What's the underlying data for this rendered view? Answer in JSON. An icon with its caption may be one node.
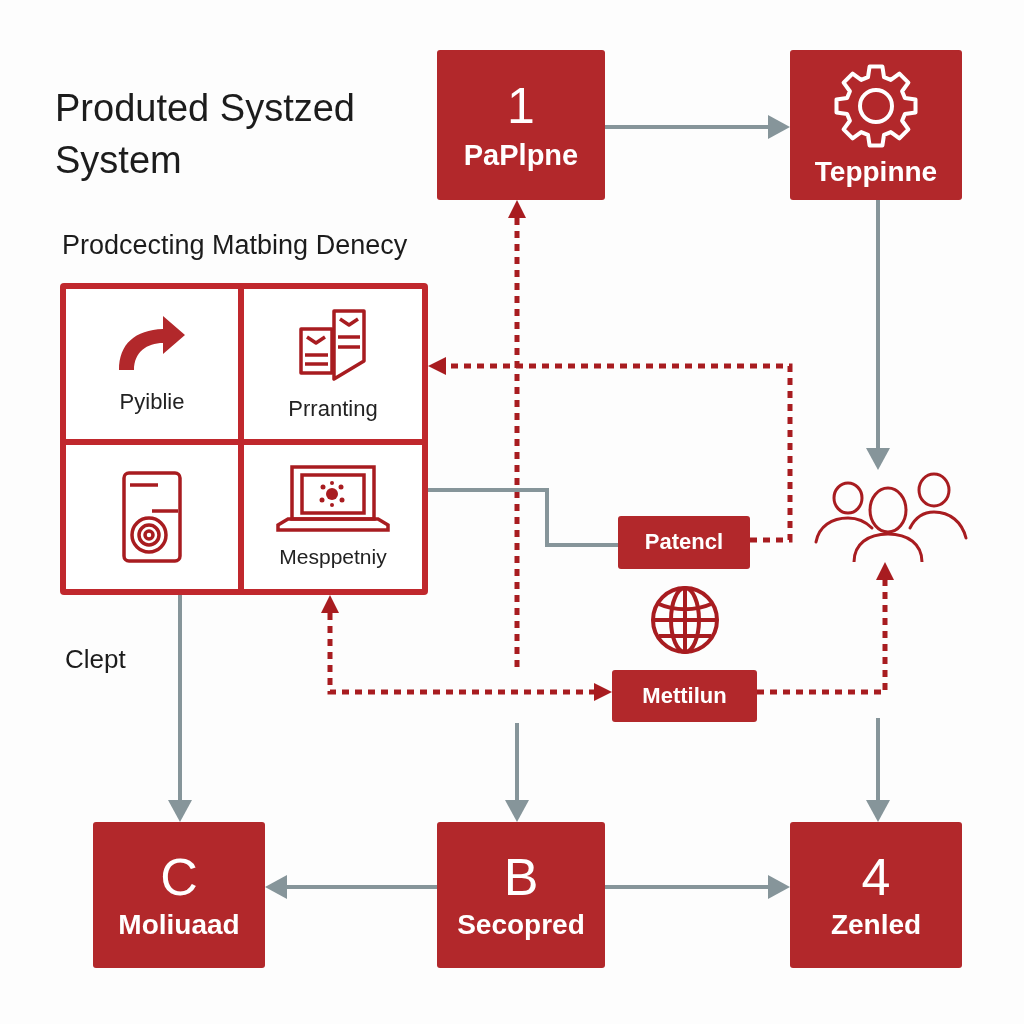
{
  "diagram": {
    "title": "Produted Systzed System",
    "nodes": [
      {
        "text": [
          "1",
          "PaPlpne"
        ]
      },
      {
        "text": [
          "Teppinne"
        ]
      },
      {
        "text": [],
        "shape": "box"
      },
      {
        "text": [
          "Pyiblie"
        ],
        "in": 2
      },
      {
        "text": [
          "Prranting"
        ],
        "in": 2
      },
      {
        "text": [],
        "shape": "box",
        "in": 2
      },
      {
        "text": [
          "Mesppetniy"
        ],
        "in": 2
      },
      {
        "text": [
          "Patencl"
        ]
      },
      {
        "text": [
          "Mettilun"
        ]
      },
      {
        "text": [],
        "shape": "person"
      },
      {
        "text": [
          "C",
          "Moliuaad"
        ]
      },
      {
        "text": [
          "B",
          "Secopred"
        ]
      },
      {
        "text": [
          "4",
          "Zenled"
        ]
      }
    ],
    "edges": [
      {
        "from": 0,
        "to": 1,
        "arrow": "to"
      },
      {
        "from": 1,
        "to": 9,
        "arrow": "to"
      },
      {
        "from": null,
        "to": 0,
        "arrow": "to",
        "style": "dashed",
        "color": "#a81c20"
      },
      {
        "from": 7,
        "to": 2,
        "arrow": "to",
        "style": "dashed",
        "color": "#a81c20"
      },
      {
        "from": 2,
        "to": 7,
        "arrow": "none"
      },
      {
        "from": 2,
        "to": 8,
        "arrow": "both",
        "style": "dashed",
        "color": "#a81c20"
      },
      {
        "from": 8,
        "to": 9,
        "arrow": "to",
        "style": "dashed",
        "color": "#a81c20"
      },
      {
        "from": 2,
        "to": 10,
        "arrow": "to"
      },
      {
        "from": null,
        "to": 11,
        "arrow": "to"
      },
      {
        "from": null,
        "to": 12,
        "arrow": "to"
      },
      {
        "from": 11,
        "to": 10,
        "arrow": "to"
      },
      {
        "from": 11,
        "to": 12,
        "arrow": "to"
      }
    ],
    "labels": [
      "Prodcecting Matbing Denecy",
      "Clept"
    ]
  }
}
